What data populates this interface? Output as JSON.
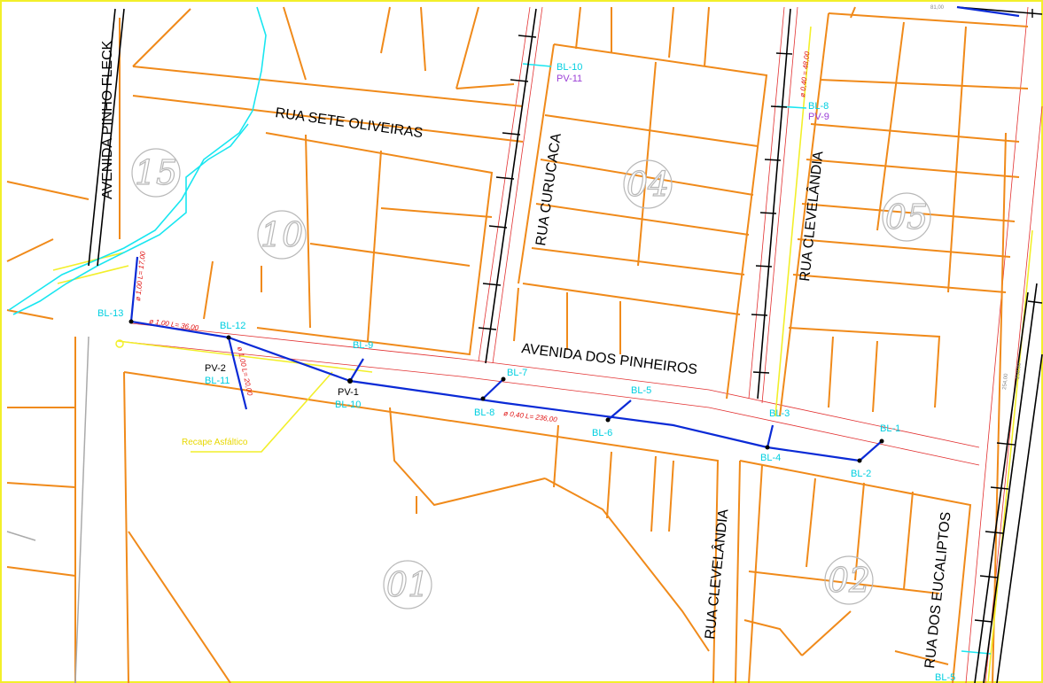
{
  "colors": {
    "lot_lines": "#f08a1a",
    "road_edge": "#e23030",
    "drain_pipe": "#0a2ad6",
    "sewer": "#000000",
    "river": "#19e6f0",
    "boundary": "#f2ef2a",
    "label_cyan": "#00cfe0",
    "label_purple": "#9b3fd6"
  },
  "streets": {
    "pinho_fleck": "AVENIDA PINHO FLECK",
    "sete_oliveiras": "RUA SETE OLIVEIRAS",
    "curucaca": "RUA CURUCACA",
    "clevelandia_north": "RUA CLEVELÂNDIA",
    "pinheiros": "AVENIDA DOS PINHEIROS",
    "clevelandia_south": "RUA CLEVELÂNDIA",
    "eucaliptos": "RUA DOS EUCALIPTOS"
  },
  "blocks": {
    "b15": "15",
    "b10": "10",
    "b04": "04",
    "b05": "05",
    "b01": "01",
    "b02": "02"
  },
  "labels": {
    "bl1": "BL-1",
    "bl2": "BL-2",
    "bl3": "BL-3",
    "bl4": "BL-4",
    "bl5": "BL-5",
    "bl6": "BL-6",
    "bl7": "BL-7",
    "bl8": "BL-8",
    "bl9": "BL-9",
    "bl10": "BL-10",
    "bl11": "BL-11",
    "bl12": "BL-12",
    "bl13": "BL-13",
    "bl5b": "BL-5",
    "bl8n": "BL-8",
    "pv1": "PV-1",
    "pv2": "PV-2",
    "pv9": "PV-9",
    "pv11": "PV-11",
    "bl1_under_pv1": "BL-10",
    "recape": "Recape Asfáltico",
    "dim_main": "ø 0,40   L= 236,00",
    "dim_bl12": "ø 1,00   L= 36,00",
    "dim_bl13": "ø 1,00   L= 17,00",
    "dim_pv2": "ø 1,00   L= 20,00",
    "dim_top": "81,00",
    "dim_cl": "ø 0,40 = 48,00",
    "dim_right_a": "254,00",
    "dim_right_b": "250,00"
  }
}
